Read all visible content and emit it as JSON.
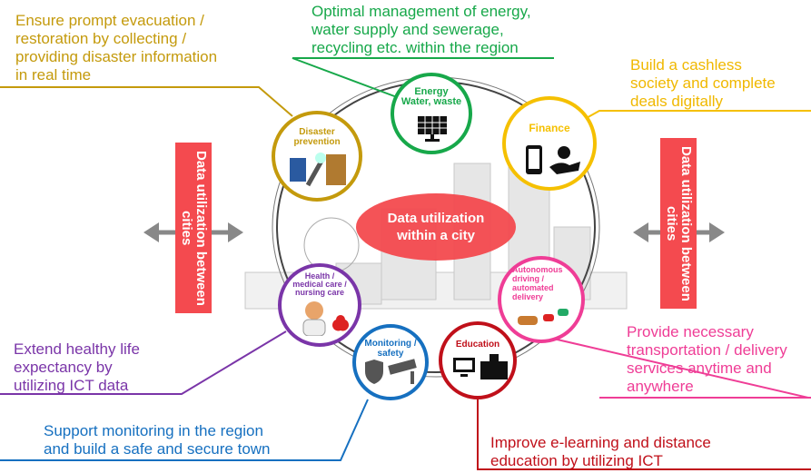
{
  "center": {
    "line1": "Data utilization",
    "line2": "within a city"
  },
  "side_boxes": {
    "left": "Data utilization between cities",
    "right": "Data utilization between cities"
  },
  "circles": {
    "disaster": {
      "line1": "Disaster",
      "line2": "prevention",
      "color": "#c49a0c"
    },
    "energy": {
      "line1": "Energy",
      "line2": "Water, waste",
      "color": "#17a84a"
    },
    "finance": {
      "line1": "Finance",
      "color": "#f5c000"
    },
    "health": {
      "line1": "Health /",
      "line2": "medical care /",
      "line3": "nursing care",
      "color": "#7a35a8"
    },
    "autonomous": {
      "line1": "Autonomous",
      "line2": "driving /",
      "line3": "automated",
      "line4": "delivery",
      "color": "#ef3d96"
    },
    "monitoring": {
      "line1": "Monitoring /",
      "line2": "safety",
      "color": "#1670c0"
    },
    "education": {
      "line1": "Education",
      "color": "#c0101a"
    }
  },
  "callouts": {
    "disaster": [
      "Ensure prompt evacuation /",
      "restoration by collecting /",
      "providing disaster information",
      "in real time"
    ],
    "energy": [
      "Optimal management of energy,",
      "water supply and sewerage,",
      "recycling etc. within the region"
    ],
    "finance": [
      "Build a cashless",
      "society and complete",
      "deals digitally"
    ],
    "health": [
      "Extend healthy life",
      "expectancy by",
      "utilizing ICT data"
    ],
    "monitoring": [
      "Support monitoring in the region",
      "and build a safe and secure town"
    ],
    "education": [
      "Improve e-learning and distance",
      "education by utilizing ICT"
    ],
    "autonomous": [
      "Provide necessary",
      "transportation / delivery",
      "services anytime and",
      "anywhere"
    ]
  }
}
